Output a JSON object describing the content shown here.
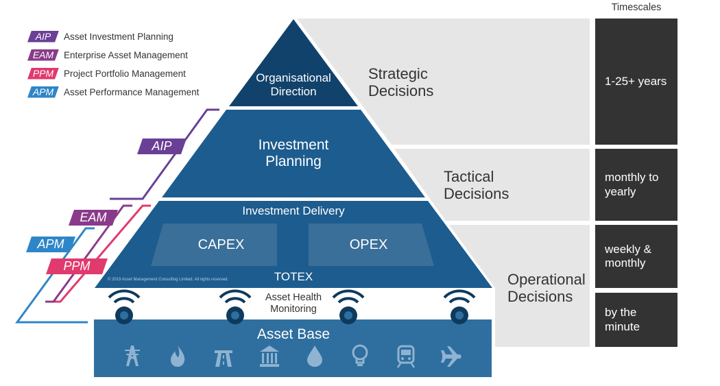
{
  "legend": [
    {
      "tag": "AIP",
      "label": "Asset Investment Planning",
      "color": "#6a3f96"
    },
    {
      "tag": "EAM",
      "label": "Enterprise Asset Management",
      "color": "#8a3a8a"
    },
    {
      "tag": "PPM",
      "label": "Project Portfolio Management",
      "color": "#e03a6e"
    },
    {
      "tag": "APM",
      "label": "Asset Performance Management",
      "color": "#2e86c8"
    }
  ],
  "pyramid": {
    "top": "Organisational Direction",
    "middle": "Investment Planning",
    "lower_heading": "Investment Delivery",
    "capex": "CAPEX",
    "opex": "OPEX",
    "totex": "TOTEX",
    "copyright": "© 2019 Asset Management Consulting Limited. All rights reserved.",
    "monitoring": "Asset Health Monitoring",
    "base": "Asset Base"
  },
  "base_icons": [
    "power-pylon-icon",
    "flame-icon",
    "highway-icon",
    "bank-building-icon",
    "water-drop-icon",
    "lightbulb-icon",
    "train-icon",
    "airplane-icon"
  ],
  "decisions": {
    "strategic": "Strategic Decisions",
    "tactical": "Tactical Decisions",
    "operational": "Operational Decisions"
  },
  "timescales": {
    "heading": "Timescales",
    "items": [
      "1-25+ years",
      "monthly to yearly",
      "weekly & monthly",
      "by the minute"
    ]
  },
  "colors": {
    "dark_navy": "#11426b",
    "mid_blue": "#1d5c8e",
    "base_blue": "#2f6f9f",
    "panel_grey": "#e6e6e6",
    "timescale_box": "#333333"
  }
}
